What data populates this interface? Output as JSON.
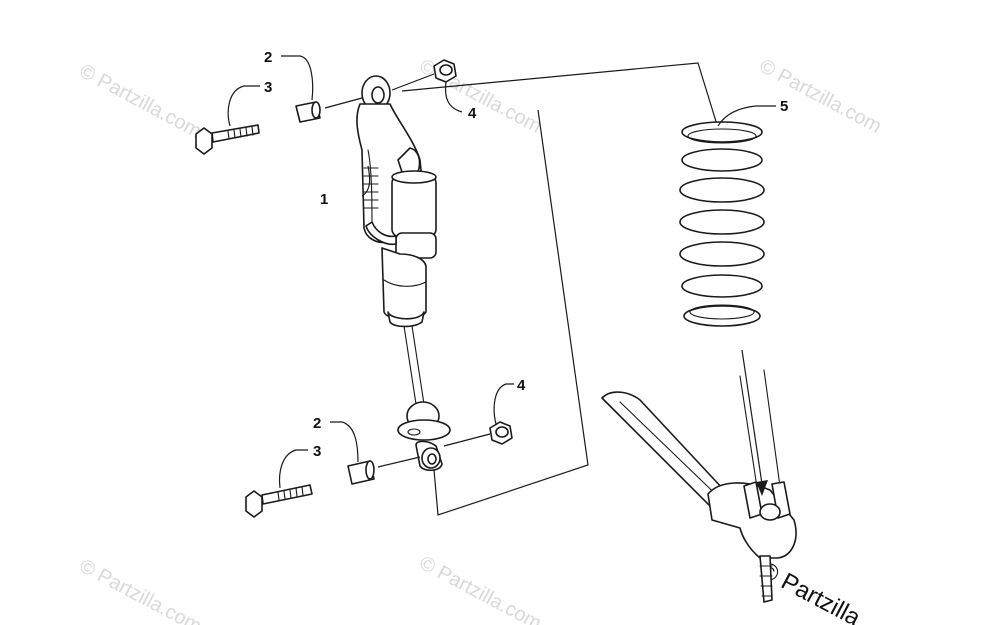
{
  "callouts": {
    "shock": "1",
    "bushing_top": "2",
    "bolt_top": "3",
    "nut_top": "4",
    "spring": "5",
    "bushing_bottom": "2",
    "bolt_bottom": "3",
    "nut_bottom": "4"
  },
  "watermark": {
    "text": "© Partzilla.com",
    "corner_text": "© Partzilla"
  },
  "colors": {
    "line": "#1a1a1a",
    "watermark": "#d9d9d9",
    "background": "#ffffff"
  }
}
